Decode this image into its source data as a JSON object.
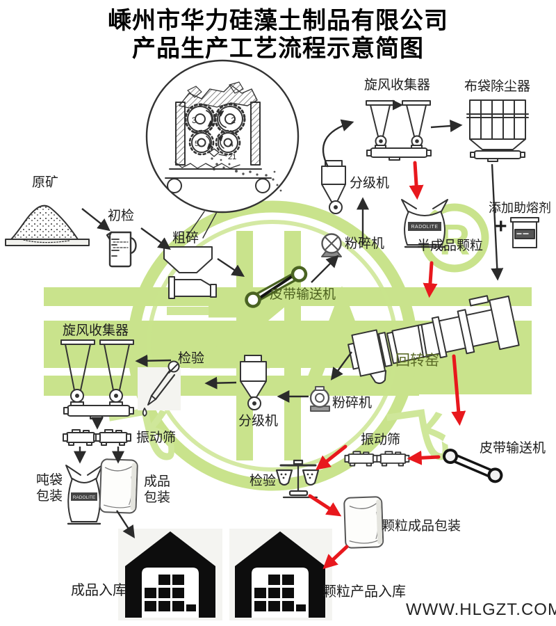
{
  "title": {
    "line1": "嵊州市华力硅藻土制品有限公司",
    "line2": "产品生产工艺流程示意简图"
  },
  "website": "WWW.HLGZT.COM",
  "colors": {
    "watermark_green": "#c9e38c",
    "arrow_red": "#e8181d",
    "machine_line": "#333333",
    "belt_green": "#4a6322"
  },
  "watermark": {
    "registered": "R",
    "fly": "飞"
  },
  "magnifier": {
    "roller_numbers": [
      "3",
      "2",
      "5",
      "4"
    ],
    "n3": "3",
    "n2": "2",
    "n5": "5",
    "n4": "4",
    "part_number": "21"
  },
  "bags": {
    "brand_label": "RADOLITE"
  },
  "labels": {
    "raw_ore": "原矿",
    "initial_inspection": "初检",
    "coarse_crushing": "粗碎",
    "belt_conveyor_top": "皮带输送机",
    "pulverizer_top": "粉碎机",
    "classifier_top": "分级机",
    "cyclone_collector_top": "旋风收集器",
    "bag_dust_collector": "布袋除尘器",
    "add_flux": "添加助熔剂",
    "plus_sign": "+",
    "semi_finished_granules": "半成品颗粒",
    "rotary_kiln": "回转窑",
    "cyclone_collector_left": "旋风收集器",
    "inspection_mid": "检验",
    "classifier_mid": "分级机",
    "pulverizer_mid": "粉碎机",
    "vibrating_screen_left": "振动筛",
    "vibrating_screen_right": "振动筛",
    "belt_conveyor_right": "皮带输送机",
    "inspection_bottom": "检验",
    "ton_bag_packaging_line1": "吨袋",
    "ton_bag_packaging_line2": "包装",
    "finished_packaging_line1": "成品",
    "finished_packaging_line2": "包装",
    "granule_packaging": "颗粒成品包装",
    "finished_warehouse": "成品入库",
    "granule_warehouse": "颗粒产品入库"
  }
}
